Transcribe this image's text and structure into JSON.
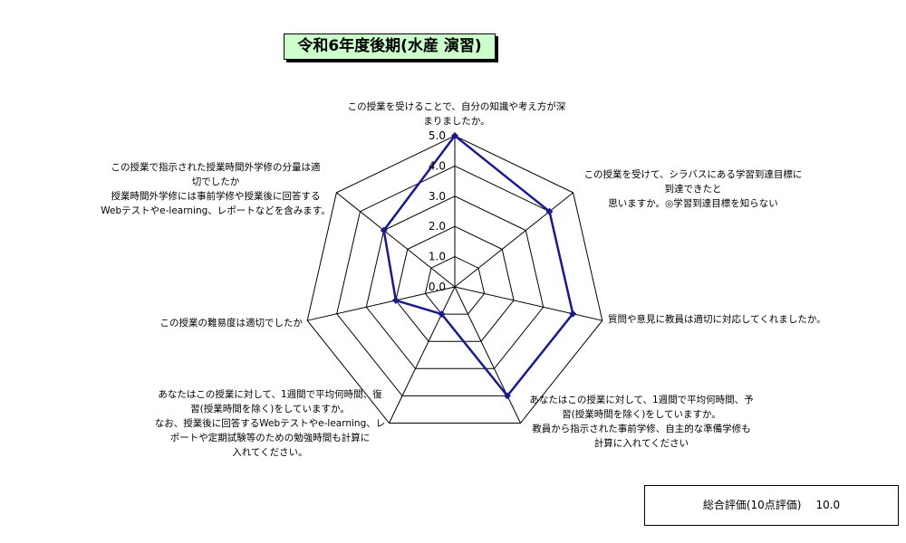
{
  "chart_data": {
    "type": "radar",
    "title": "令和6年度後期(水産 演習)",
    "rmax": 5,
    "tick_labels": [
      "0.0",
      "1.0",
      "2.0",
      "3.0",
      "4.0",
      "5.0"
    ],
    "categories": [
      [
        "この授業を受けることで、自分の知識や考え方が深",
        "まりましたか。"
      ],
      [
        "この授業を受けて、シラバスにある学習到達目標に",
        "到達できたと",
        "思いますか。◎学習到達目標を知らない"
      ],
      [
        "質問や意見に教員は適切に対応してくれましたか。"
      ],
      [
        "あなたはこの授業に対して、1週間で平均何時間、予",
        "習(授業時間を除く)をしていますか。",
        "教員から指示された事前学修、自主的な準備学修も",
        "計算に入れてください"
      ],
      [
        "あなたはこの授業に対して、1週間で平均何時間、復",
        "習(授業時間を除く)をしていますか。",
        "なお、授業後に回答するWebテストやe-learning、レ",
        "ポートや定期試験等のための勉強時間も計算に",
        "入れてください。"
      ],
      [
        "この授業の難易度は適切でしたか"
      ],
      [
        "この授業で指示された授業時間外学修の分量は適",
        "切でしたか",
        "授業時間外学修には事前学修や授業後に回答する",
        "Webテストやe-learning、レポートなどを含みます。"
      ]
    ],
    "values": [
      5.0,
      4.0,
      4.0,
      4.0,
      1.0,
      2.0,
      3.0
    ],
    "line_color": "#1a1a8c",
    "grid_color": "#000000"
  },
  "summary": {
    "label": "総合評価(10点評価)",
    "value": "10.0"
  }
}
